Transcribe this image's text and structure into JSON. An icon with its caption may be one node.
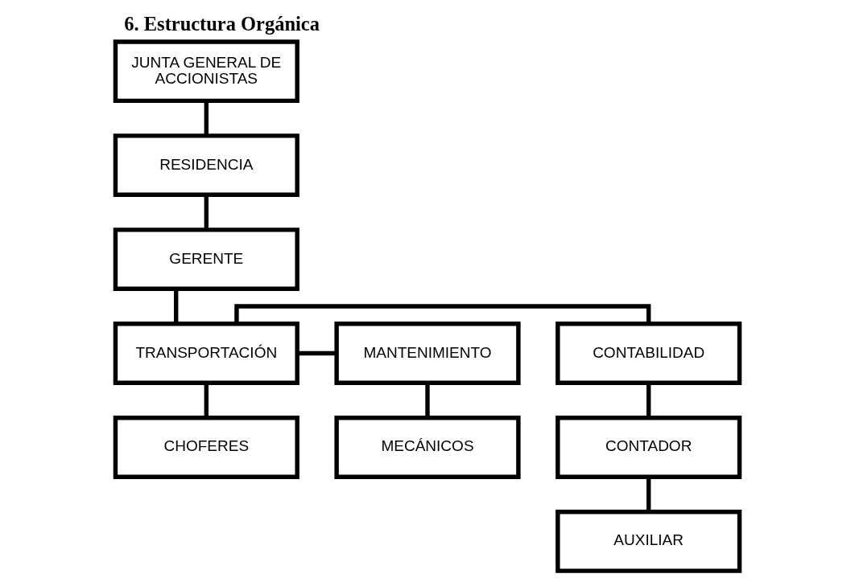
{
  "diagram": {
    "title": "6. Estructura Orgánica",
    "nodes": [
      {
        "text": [
          "JUNTA GENERAL DE ACCIONISTAS"
        ]
      },
      {
        "text": [
          "RESIDENCIA"
        ]
      },
      {
        "text": [
          "GERENTE"
        ]
      },
      {
        "text": [
          "CONTABILIDAD"
        ]
      },
      {
        "text": [
          "TRANSPORTACIÓN"
        ]
      },
      {
        "text": [
          "MANTENIMIENTO"
        ]
      },
      {
        "text": [
          "CONTADOR"
        ]
      },
      {
        "text": [
          "CHOFERES"
        ]
      },
      {
        "text": [
          "MECÁNICOS"
        ]
      },
      {
        "text": [
          "AUXILIAR"
        ]
      }
    ],
    "edges": [
      {
        "from": 0,
        "to": 1,
        "arrow": "none"
      },
      {
        "from": 1,
        "to": 2,
        "arrow": "none"
      },
      {
        "from": 2,
        "to": 4,
        "arrow": "none"
      },
      {
        "from": 4,
        "to": 3,
        "arrow": "none"
      },
      {
        "from": 4,
        "to": 5,
        "arrow": "none"
      },
      {
        "from": 3,
        "to": 6,
        "arrow": "none"
      },
      {
        "from": 4,
        "to": 7,
        "arrow": "none"
      },
      {
        "from": 5,
        "to": 8,
        "arrow": "none"
      },
      {
        "from": 6,
        "to": 9,
        "arrow": "none"
      }
    ]
  }
}
